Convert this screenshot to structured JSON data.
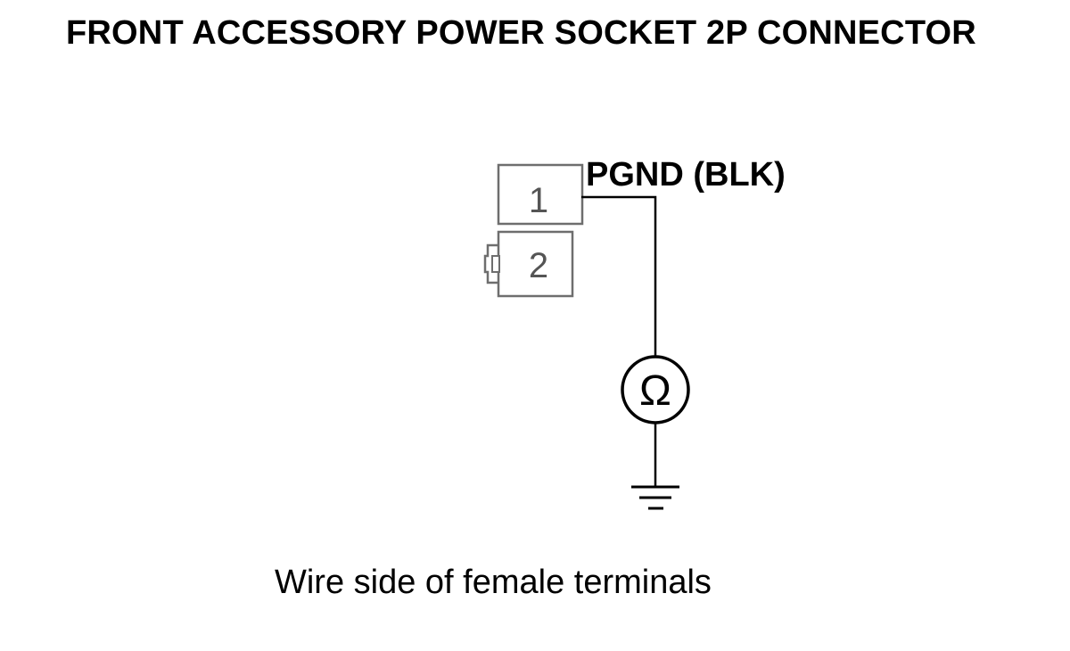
{
  "title": "FRONT ACCESSORY POWER SOCKET 2P CONNECTOR",
  "connector": {
    "terminals": [
      "1",
      "2"
    ]
  },
  "wire_label": "PGND (BLK)",
  "meter_symbol": "ohmmeter-icon",
  "meter_glyph": "Ω",
  "ground_symbol": "ground-icon",
  "caption": "Wire side of female terminals",
  "colors": {
    "line": "#000000",
    "connector_outline": "#6e6e6e",
    "terminal_number": "#555555",
    "background": "#ffffff"
  }
}
